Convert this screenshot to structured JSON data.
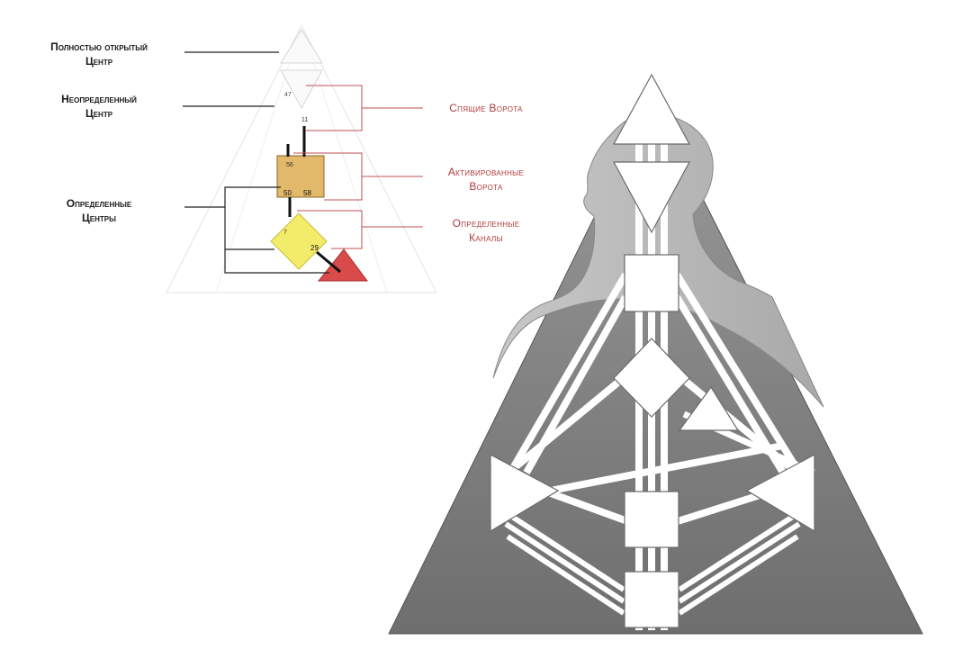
{
  "legend": {
    "open_center": [
      "Полностью открытый",
      "Центр"
    ],
    "undefined_center": [
      "Неопределенный",
      "Центр"
    ],
    "defined_centers": [
      "Определенные",
      "Центры"
    ],
    "dormant_gates": "Спящие Ворота",
    "activated_gates": [
      "Активированные",
      "Ворота"
    ],
    "defined_channels": [
      "Определенные",
      "Каналы"
    ]
  },
  "mini_chart": {
    "gate_numbers": {
      "g11": "11",
      "g47": "47",
      "g56": "56",
      "g50": "50",
      "g58": "58",
      "g7": "7",
      "g29": "29"
    }
  },
  "colors": {
    "defined_center_fill": "#e2b86a",
    "g_center_fill": "#f3ec6a",
    "spleen_fill": "#d94a4a",
    "red_annotation": "#b03a3a",
    "big_triangle_fill": "#7c7c7c",
    "silhouette_fill": "#bdbdbd"
  }
}
